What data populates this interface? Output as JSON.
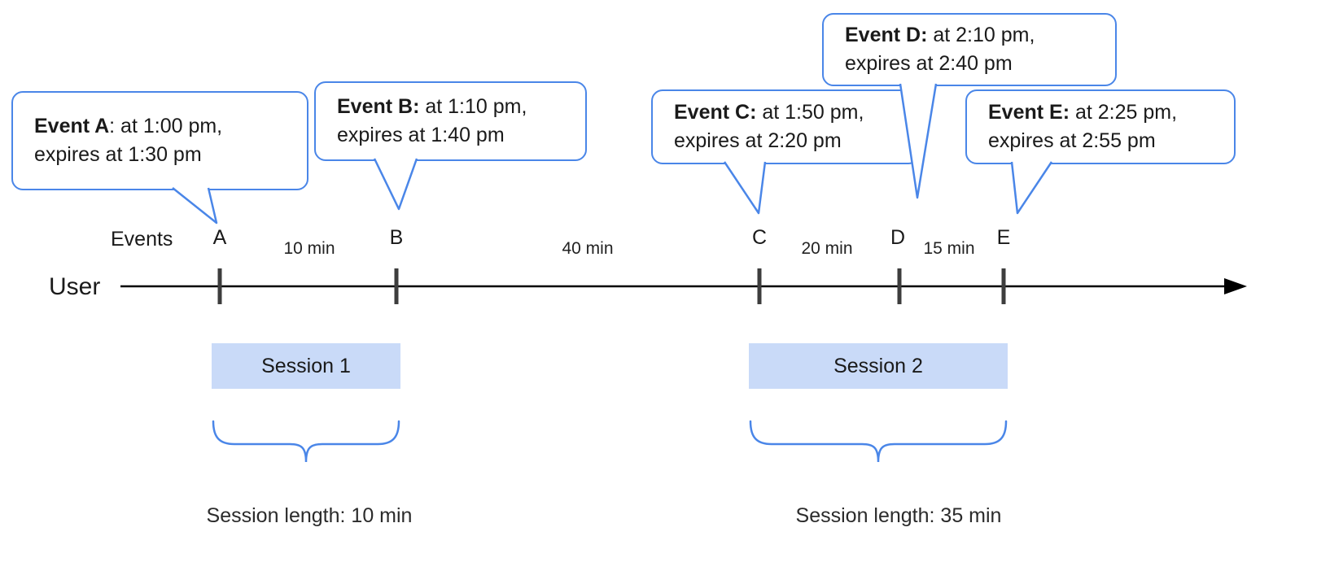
{
  "timeline": {
    "user_label": "User",
    "events_label": "Events"
  },
  "events": [
    {
      "tick": "A",
      "title": "Event A",
      "desc": ": at 1:00 pm,",
      "desc2": "expires at 1:30 pm"
    },
    {
      "tick": "B",
      "title": "Event B:",
      "desc": " at 1:10 pm,",
      "desc2": "expires at 1:40 pm"
    },
    {
      "tick": "C",
      "title": "Event C:",
      "desc": " at 1:50 pm,",
      "desc2": "expires at 2:20 pm"
    },
    {
      "tick": "D",
      "title": "Event D:",
      "desc": " at 2:10 pm,",
      "desc2": "expires at 2:40 pm"
    },
    {
      "tick": "E",
      "title": "Event E:",
      "desc": " at 2:25 pm,",
      "desc2": "expires at 2:55 pm"
    }
  ],
  "intervals": [
    {
      "label": "10 min"
    },
    {
      "label": "40 min"
    },
    {
      "label": "20 min"
    },
    {
      "label": "15 min"
    }
  ],
  "sessions": [
    {
      "label": "Session 1",
      "length": "Session length: 10 min"
    },
    {
      "label": "Session 2",
      "length": "Session length: 35 min"
    }
  ],
  "colors": {
    "accent_blue": "#4a86e8",
    "session_fill": "#c9daf8"
  }
}
